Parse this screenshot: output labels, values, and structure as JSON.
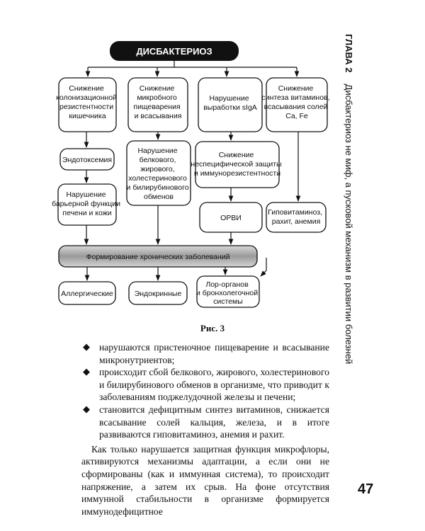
{
  "diagram": {
    "title": "ДИСБАКТЕРИОЗ",
    "col1": [
      [
        "Снижение",
        "колонизационной",
        "резистентности",
        "кишечника"
      ],
      [
        "Эндотоксемия"
      ],
      [
        "Нарушение",
        "барьерной функции",
        "печени и кожи"
      ]
    ],
    "col2": [
      [
        "Снижение",
        "микробного",
        "пищеварения",
        "и всасывания"
      ],
      [
        "Нарушение",
        "белкового,",
        "жирового,",
        "холестеринового",
        "и билирубинового",
        "обменов"
      ]
    ],
    "col3": [
      [
        "Нарушение",
        "выработки sIgA"
      ],
      [
        "Снижение",
        "неспецифической защиты",
        "и иммунорезистентности"
      ],
      [
        "ОРВИ"
      ]
    ],
    "col4": [
      [
        "Снижение",
        "синтеза витаминов,",
        "всасывания солей",
        "Ca, Fe"
      ],
      [
        "Гиповитаминоз,",
        "рахит, анемия"
      ]
    ],
    "banner": "Формирование хронических заболеваний",
    "outcomes": [
      [
        "Аллергические"
      ],
      [
        "Эндокринные"
      ],
      [
        "Лор-органов",
        "и бронхолегочной",
        "системы"
      ]
    ]
  },
  "running_head": {
    "chapter": "ГЛАВА 2",
    "title": "Дисбактериоз не миф, а пусковой механизм в развитии болезней"
  },
  "caption": "Рис. 3",
  "bullets": [
    "нарушаются пристеночное пищеварение и всасывание микронутриентов;",
    "происходит сбой белкового, жирового, холестеринового и билирубинового обменов в организме, что приводит к заболеваниям поджелудочной железы и печени;",
    "становится дефицитным синтез витаминов, снижается всасывание солей кальция, железа, и в итоге развиваются гиповитаминоз, анемия и рахит."
  ],
  "paragraph": "Как только нарушается защитная функция микрофлоры, активируются механизмы адаптации, а если они не сформированы (как и иммунная система), то происходит напряжение, а затем их срыв. На фоне отсутствия иммунной стабильности в организме формируется иммунодефицитное",
  "page_number": "47"
}
